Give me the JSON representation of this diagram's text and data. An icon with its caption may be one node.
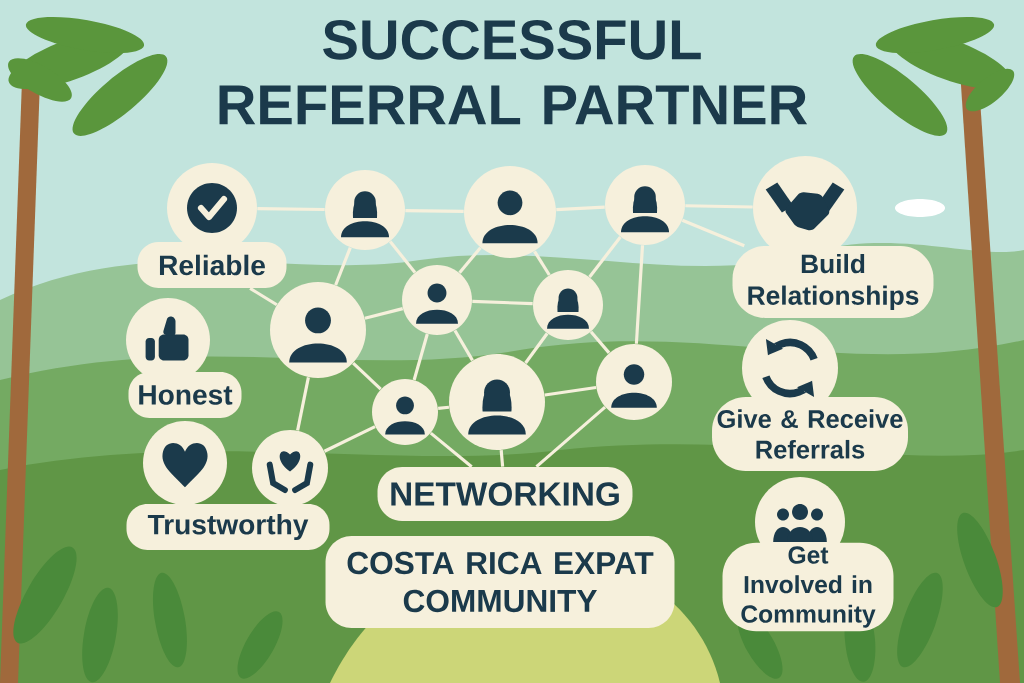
{
  "diagram": {
    "title": "SUCCESSFUL REFERRAL PARTNER",
    "nodes": [
      {
        "text": [
          "Reliable"
        ]
      },
      {
        "text": [
          "Honest"
        ]
      },
      {
        "text": [
          "Trustworthy"
        ]
      },
      {
        "text": [
          "Build Relationships"
        ]
      },
      {
        "text": [
          "Give & Receive Referrals"
        ]
      },
      {
        "text": [
          "Get Involved in Community"
        ]
      },
      {
        "text": [
          "NETWORKING"
        ]
      },
      {
        "text": [
          "COSTA RICA EXPAT COMMUNITY"
        ]
      },
      {
        "text": [],
        "shape": "circle",
        "in": 2
      },
      {
        "text": [],
        "shape": "person"
      },
      {
        "text": [],
        "shape": "person"
      },
      {
        "text": [],
        "shape": "person"
      },
      {
        "text": [],
        "shape": "person"
      },
      {
        "text": [],
        "shape": "person"
      },
      {
        "text": [],
        "shape": "person"
      },
      {
        "text": [],
        "shape": "person"
      },
      {
        "text": [],
        "shape": "person"
      },
      {
        "text": [],
        "shape": "person"
      }
    ],
    "edges": [
      {
        "from": 0,
        "to": 9,
        "arrow": "none"
      },
      {
        "from": 9,
        "to": 10,
        "arrow": "none"
      },
      {
        "from": 10,
        "to": 11,
        "arrow": "none"
      },
      {
        "from": 11,
        "to": 3,
        "arrow": "none"
      },
      {
        "from": 0,
        "to": 12,
        "arrow": "none"
      },
      {
        "from": 9,
        "to": 12,
        "arrow": "none"
      },
      {
        "from": 9,
        "to": 13,
        "arrow": "none"
      },
      {
        "from": 10,
        "to": 13,
        "arrow": "none"
      },
      {
        "from": 10,
        "to": 14,
        "arrow": "none"
      },
      {
        "from": 11,
        "to": 14,
        "arrow": "none"
      },
      {
        "from": 11,
        "to": 17,
        "arrow": "none"
      },
      {
        "from": 11,
        "to": 3,
        "arrow": "none"
      },
      {
        "from": 12,
        "to": 13,
        "arrow": "none"
      },
      {
        "from": 13,
        "to": 14,
        "arrow": "none"
      },
      {
        "from": 12,
        "to": 15,
        "arrow": "none"
      },
      {
        "from": 12,
        "to": 8,
        "arrow": "none"
      },
      {
        "from": 13,
        "to": 15,
        "arrow": "none"
      },
      {
        "from": 13,
        "to": 16,
        "arrow": "none"
      },
      {
        "from": 14,
        "to": 16,
        "arrow": "none"
      },
      {
        "from": 14,
        "to": 17,
        "arrow": "none"
      },
      {
        "from": 15,
        "to": 16,
        "arrow": "none"
      },
      {
        "from": 16,
        "to": 17,
        "arrow": "none"
      },
      {
        "from": 15,
        "to": 8,
        "arrow": "none"
      },
      {
        "from": 15,
        "to": 6,
        "arrow": "none"
      },
      {
        "from": 16,
        "to": 6,
        "arrow": "none"
      },
      {
        "from": 17,
        "to": 6,
        "arrow": "none"
      }
    ]
  }
}
